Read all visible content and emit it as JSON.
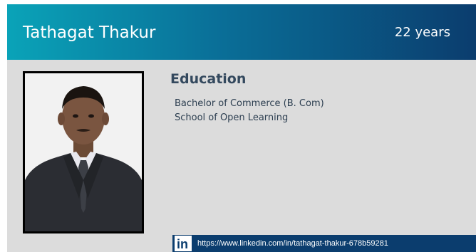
{
  "profile": {
    "name": "Tathagat Thakur",
    "age": "22 years"
  },
  "education": {
    "title": "Education",
    "degree": "Bachelor of Commerce (B. Com)",
    "school": "School of Open Learning"
  },
  "linkedin": {
    "icon_text": "in",
    "url": "https://www.linkedin.com/in/tathagat-thakur-678b59281"
  },
  "colors": {
    "header_start": "#0aa3b8",
    "header_end": "#0b3d6e",
    "card_bg": "#dcdcdc",
    "title_text": "#34495e"
  }
}
